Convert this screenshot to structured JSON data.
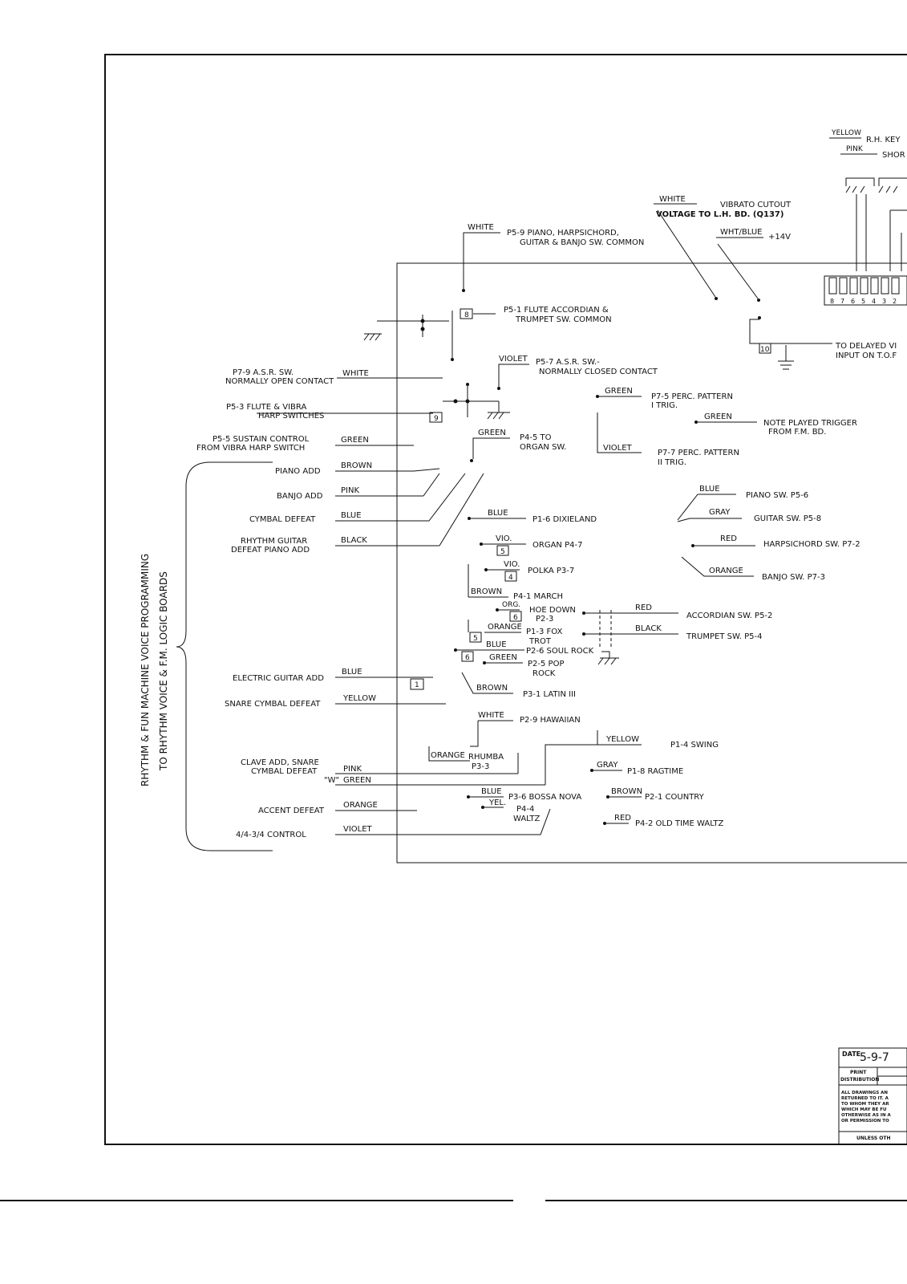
{
  "brace_label": {
    "line1": "RHYTHM & FUN MACHINE VOICE PROGRAMMING",
    "line2": "TO RHYTHM VOICE & F.M. LOGIC BOARDS"
  },
  "left_labels": {
    "asr_sw": "P7-9 A.S.R. SW.",
    "asr_sw2": "NORMALLY OPEN CONTACT",
    "flute_vibra": "P5-3  FLUTE & VIBRA",
    "flute_vibra2": "HARP SWITCHES",
    "sustain": "P5-5 SUSTAIN CONTROL",
    "sustain2": "FROM VIBRA HARP SWITCH",
    "piano_add": "PIANO ADD",
    "banjo_add": "BANJO ADD",
    "cymbal_defeat": "CYMBAL DEFEAT",
    "rhythm_guitar": "RHYTHM GUITAR",
    "rhythm_guitar2": "DEFEAT PIANO ADD",
    "elec_guitar": "ELECTRIC GUITAR ADD",
    "snare_cymbal": "SNARE CYMBAL DEFEAT",
    "clave": "CLAVE ADD, SNARE",
    "clave2": "CYMBAL DEFEAT",
    "clave3": "\"W\"",
    "accent": "ACCENT DEFEAT",
    "control": "4/4-3/4 CONTROL"
  },
  "left_wires": {
    "white": "WHITE",
    "green": "GREEN",
    "brown": "BROWN",
    "pink": "PINK",
    "blue": "BLUE",
    "black": "BLACK",
    "blue2": "BLUE",
    "yellow": "YELLOW",
    "pink2": "PINK",
    "green2": "GREEN",
    "orange": "ORANGE",
    "violet": "VIOLET"
  },
  "top_labels": {
    "white_top": "WHITE",
    "p5_9": "P5-9  PIANO, HARPSICHORD,",
    "p5_9b": "GUITAR & BANJO SW. COMMON",
    "white_vib": "WHITE",
    "vibrato": "VIBRATO CUTOUT",
    "vibrato2": "VOLTAGE TO L.H. BD. (Q137)",
    "wht_blue": "WHT/BLUE",
    "plus14": "+14V",
    "p5_1": "P5-1  FLUTE ACCORDIAN &",
    "p5_1b": "TRUMPET SW. COMMON",
    "violet": "VIOLET",
    "p5_7": "P5-7  A.S.R. SW.-",
    "p5_7b": "NORMALLY CLOSED CONTACT",
    "green_p75": "GREEN",
    "p7_5": "P7-5 PERC. PATTERN",
    "p7_5b": "I TRIG.",
    "green_note": "GREEN",
    "note_played": "NOTE PLAYED TRIGGER",
    "note_played2": "FROM F.M. BD.",
    "green_p45": "GREEN",
    "p4_5": "P4-5  TO",
    "p4_5b": "ORGAN SW.",
    "violet_p77": "VIOLET",
    "p7_7": "P7-7 PERC. PATTERN",
    "p7_7b": "II TRIG.",
    "delayed": "TO DELAYED VI",
    "delayed2": "INPUT ON T.O.F",
    "yellow_rh": "YELLOW",
    "rh_key": "R.H. KEY",
    "pink_short": "PINK",
    "short": "SHOR"
  },
  "sw_labels": {
    "blue": "BLUE",
    "piano_sw": "PIANO SW. P5-6",
    "gray": "GRAY",
    "guitar_sw": "GUITAR SW. P5-8",
    "red": "RED",
    "harpsichord_sw": "HARPSICHORD SW. P7-2",
    "orange": "ORANGE",
    "banjo_sw": "BANJO SW. P7-3",
    "red2": "RED",
    "accordian_sw": "ACCORDIAN SW. P5-2",
    "black": "BLACK",
    "trumpet_sw": "TRUMPET SW. P5-4"
  },
  "rhythms": {
    "blue_dix": "BLUE",
    "dixieland": "P1-6  DIXIELAND",
    "vio_org": "VIO.",
    "organ": "ORGAN P4-7",
    "vio_polka": "VIO.",
    "polka": "POLKA P3-7",
    "brown_march": "BROWN",
    "march": "P4-1  MARCH",
    "org_hoe": "ORG.",
    "hoe_down": "HOE DOWN",
    "hoe_down2": "P2-3",
    "orange_fox": "ORANGE",
    "fox_trot": "P1-3  FOX",
    "fox_trot2": "TROT",
    "blue_soul": "BLUE",
    "soul_rock": "P2-6 SOUL ROCK",
    "green_pop": "GREEN",
    "pop_rock": "P2-5  POP",
    "pop_rock2": "ROCK",
    "brown_latin": "BROWN",
    "latin": "P3-1  LATIN III",
    "white_haw": "WHITE",
    "hawaiian": "P2-9  HAWAIIAN",
    "yellow_swing": "YELLOW",
    "swing": "P1-4  SWING",
    "orange_rhumba": "ORANGE",
    "rhumba": "RHUMBA",
    "rhumba2": "P3-3",
    "gray_rag": "GRAY",
    "ragtime": "P1-8  RAGTIME",
    "blue_bossa": "BLUE",
    "bossa": "P3-6  BOSSA NOVA",
    "brown_country": "BROWN",
    "country": "P2-1  COUNTRY",
    "yel_waltz": "YEL.",
    "waltz": "P4-4",
    "waltz2": "WALTZ",
    "red_old": "RED",
    "old_waltz": "P4-2  OLD TIME WALTZ"
  },
  "box_numbers": {
    "b8": "8",
    "b9": "9",
    "b10": "10",
    "b5a": "5",
    "b4": "4",
    "b6a": "6",
    "b5b": "5",
    "b6b": "6",
    "b1": "1"
  },
  "connector_numbers": [
    "8",
    "7",
    "6",
    "5",
    "4",
    "3",
    "2"
  ],
  "title_block": {
    "date_label": "DATE",
    "date_value": "5-9-7",
    "print": "PRINT",
    "distribution": "DISTRIBUTION",
    "notice1": "ALL DRAWINGS AN",
    "notice2": "RETURNED TO IT. A",
    "notice3": "TO WHOM THEY AR",
    "notice4": "WHICH MAY BE FU",
    "notice5": "OTHERWISE AS IN A",
    "notice6": "OR PERMISSION TO",
    "unless": "UNLESS OTH"
  }
}
